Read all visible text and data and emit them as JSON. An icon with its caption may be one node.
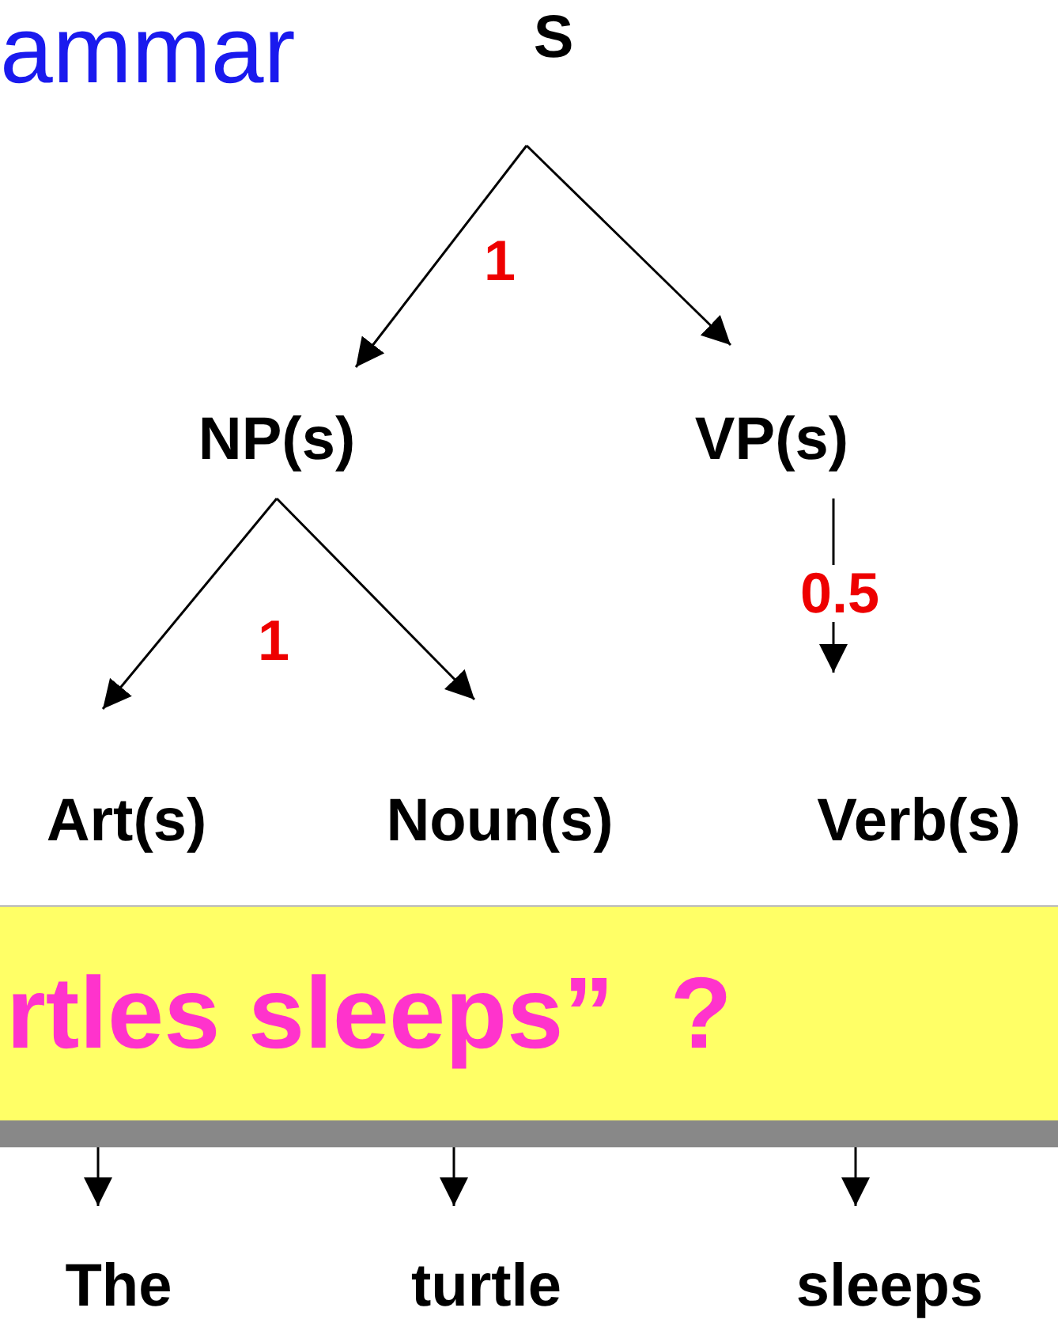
{
  "diagram": {
    "nodes": [
      {
        "text": [
          "S"
        ]
      },
      {
        "text": [
          "NP(s)"
        ]
      },
      {
        "text": [
          "VP(s)"
        ]
      },
      {
        "text": [
          "Art(s)"
        ]
      },
      {
        "text": [
          "Noun(s)"
        ]
      },
      {
        "text": [
          "Verb(s)"
        ]
      },
      {
        "text": [
          "rtles sleeps”  ?"
        ]
      },
      {
        "text": [
          "The"
        ]
      },
      {
        "text": [
          "turtle"
        ]
      },
      {
        "text": [
          "sleeps"
        ]
      }
    ],
    "edges": [
      {
        "from": 0,
        "to": 1,
        "arrow": "to",
        "label": "1"
      },
      {
        "from": 0,
        "to": 2,
        "arrow": "to"
      },
      {
        "from": 1,
        "to": 3,
        "arrow": "to",
        "label": "1"
      },
      {
        "from": 1,
        "to": 4,
        "arrow": "to"
      },
      {
        "from": 2,
        "to": 5,
        "arrow": "to",
        "label": "0.5"
      },
      {
        "from": 6,
        "to": 7,
        "arrow": "to"
      },
      {
        "from": 6,
        "to": 8,
        "arrow": "to"
      },
      {
        "from": 6,
        "to": 9,
        "arrow": "to"
      }
    ],
    "labels": [
      "ammar"
    ]
  }
}
